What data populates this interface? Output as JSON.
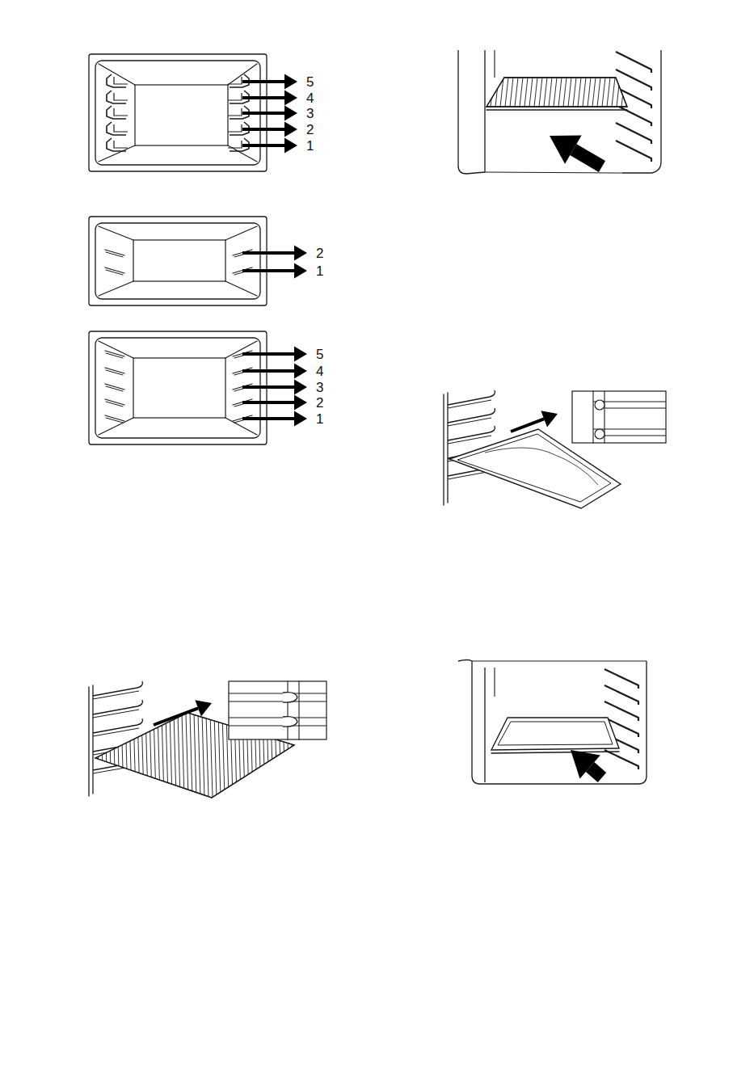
{
  "diagram": {
    "labels": [
      "5",
      "4",
      "3",
      "2",
      "1",
      "2",
      "1",
      "5",
      "4",
      "3",
      "2",
      "1"
    ]
  }
}
